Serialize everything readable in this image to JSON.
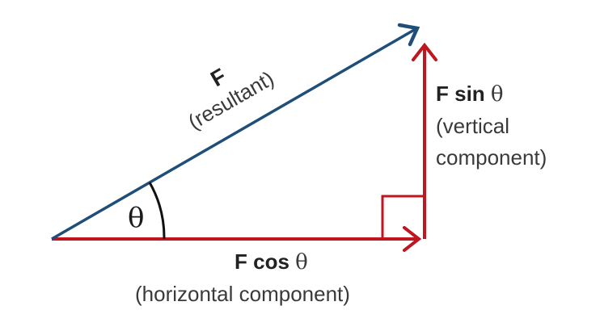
{
  "colors": {
    "resultant": "#1f4e79",
    "components": "#c0161f",
    "text": "#3a3a3a"
  },
  "labels": {
    "resultant_symbol": "F",
    "resultant_desc": "(resultant)",
    "angle_symbol": "θ",
    "horizontal_expr_prefix": "F cos",
    "horizontal_expr_theta": "θ",
    "horizontal_desc": "(horizontal component)",
    "vertical_expr_prefix": "F sin",
    "vertical_expr_theta": "θ",
    "vertical_desc_line1": "(vertical",
    "vertical_desc_line2": "component)"
  }
}
